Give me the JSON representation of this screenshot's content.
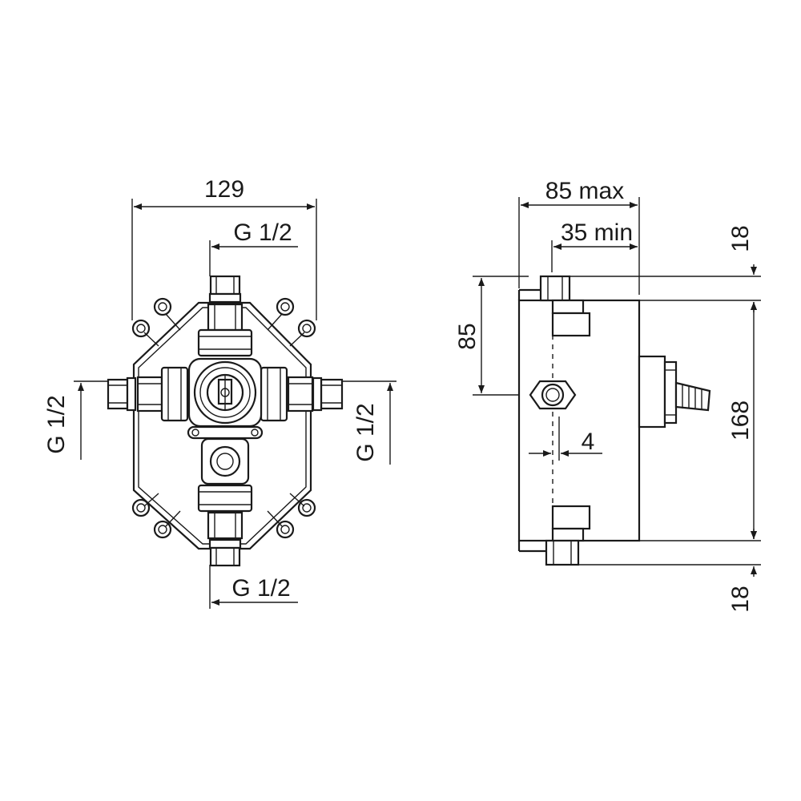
{
  "front_view": {
    "width_label": "129",
    "top_thread_label": "G 1/2",
    "bottom_thread_label": "G 1/2",
    "left_thread_label": "G 1/2",
    "right_thread_label": "G 1/2"
  },
  "side_view": {
    "depth_max_label": "85 max",
    "depth_min_label": "35 min",
    "top_offset_label": "18",
    "bottom_offset_label": "18",
    "body_height_label": "168",
    "port_height_label": "85",
    "offset_label": "4"
  },
  "colors": {
    "line": "#1a1a1a",
    "background": "#ffffff"
  }
}
